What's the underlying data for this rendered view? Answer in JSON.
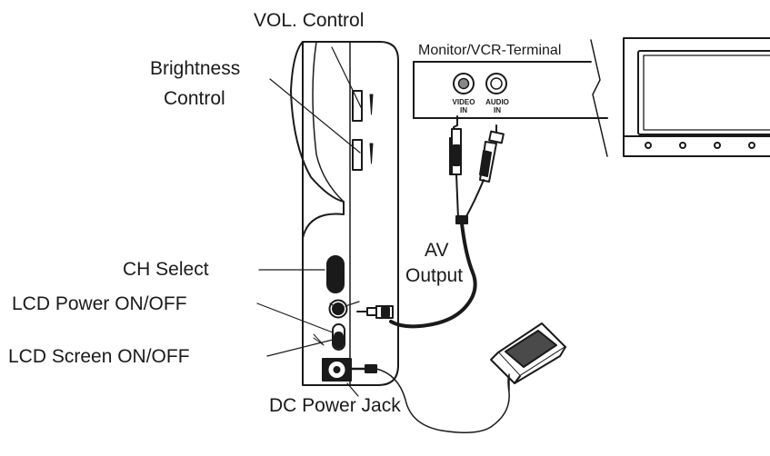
{
  "labels": {
    "vol_control": "VOL. Control",
    "brightness_line1": "Brightness",
    "brightness_line2": "Control",
    "ch_select": "CH Select",
    "lcd_power": "LCD Power ON/OFF",
    "lcd_screen": "LCD Screen ON/OFF",
    "dc_power_jack": "DC Power Jack",
    "av_line1": "AV",
    "av_line2": "Output",
    "monitor_terminal": "Monitor/VCR-Terminal",
    "video_in_1": "VIDEO",
    "video_in_2": "IN",
    "audio_in_1": "AUDIO",
    "audio_in_2": "IN"
  },
  "colors": {
    "line": "#1a1a1a",
    "background": "#ffffff",
    "fill_dark": "#1a1a1a",
    "fill_gray": "#888888"
  }
}
